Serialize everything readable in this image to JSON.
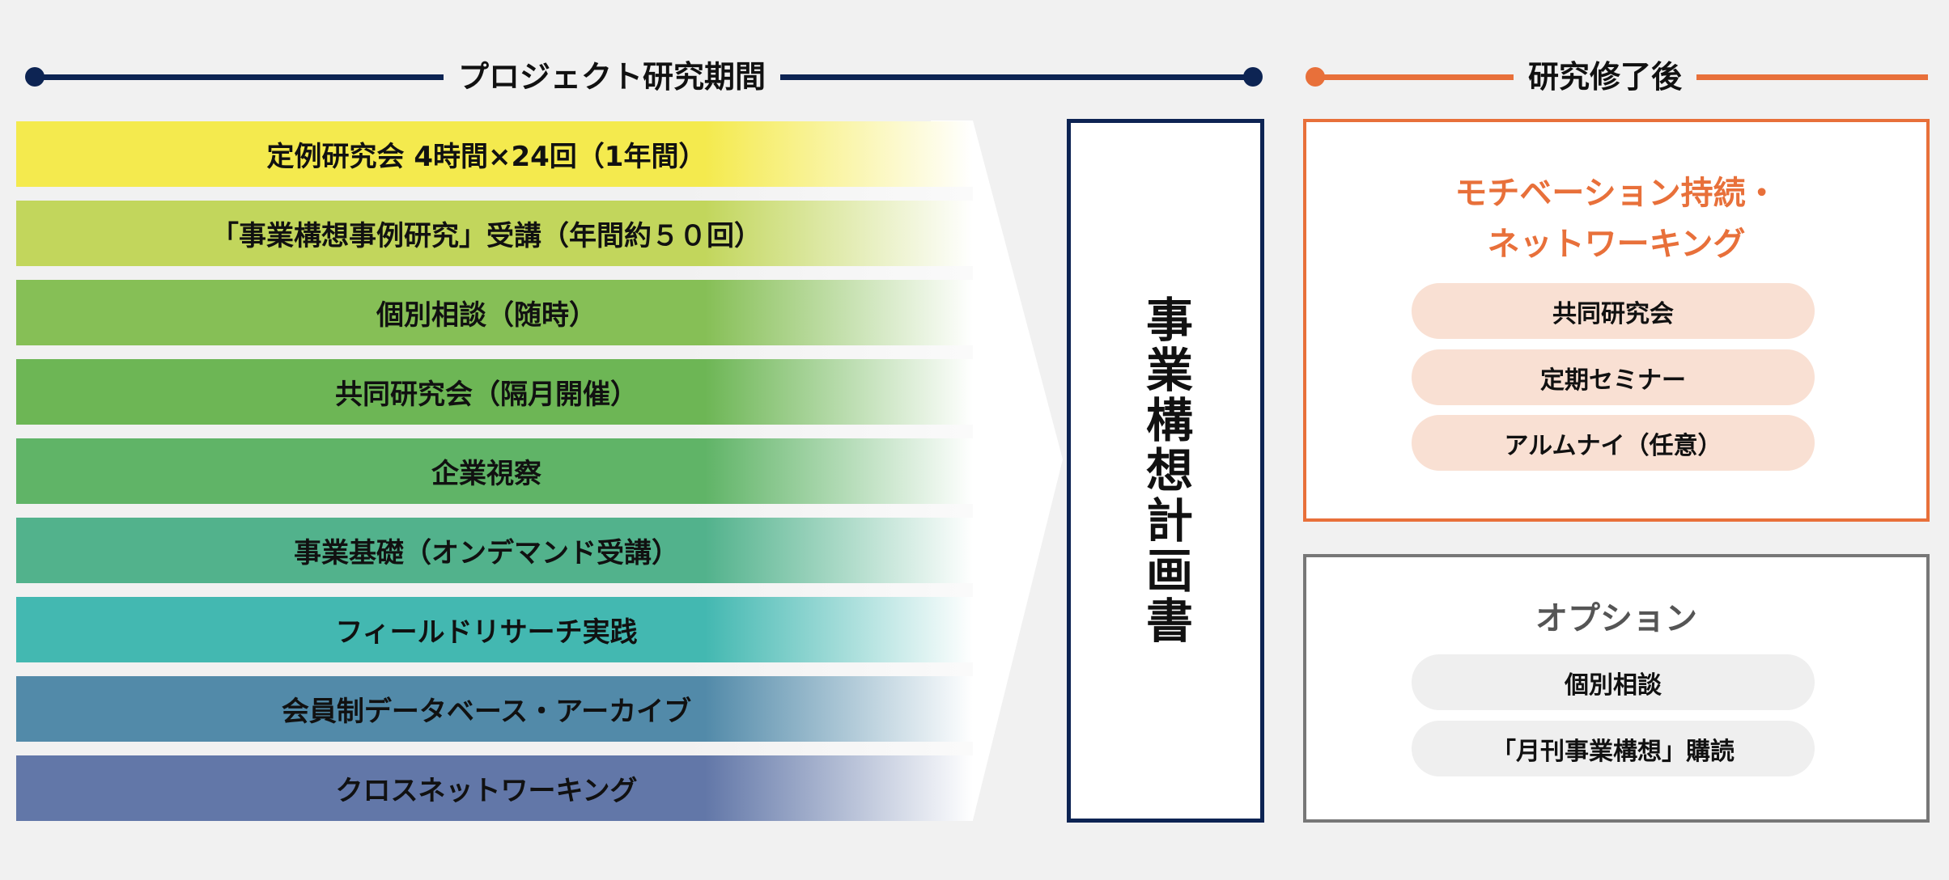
{
  "colors": {
    "navy": "#0d2453",
    "orange": "#e8703a",
    "grey_border": "#777777",
    "pill_orange": "#f9e0d3",
    "pill_grey": "#efefef"
  },
  "timeline": {
    "project_label": "プロジェクト研究期間",
    "after_label": "研究修了後"
  },
  "program_items": [
    {
      "label": "定例研究会 4時間×24回（1年間）",
      "color": "#f4ea4e"
    },
    {
      "label": "「事業構想事例研究」受講（年間約５０回）",
      "color": "#c2d65c"
    },
    {
      "label": "個別相談（随時）",
      "color": "#86bf56"
    },
    {
      "label": "共同研究会（隔月開催）",
      "color": "#6db655"
    },
    {
      "label": "企業視察",
      "color": "#60b467"
    },
    {
      "label": "事業基礎（オンデマンド受講）",
      "color": "#52b28c"
    },
    {
      "label": "フィールドリサーチ実践",
      "color": "#43b8b1"
    },
    {
      "label": "会員制データベース・アーカイブ",
      "color": "#528aa9"
    },
    {
      "label": "クロスネットワーキング",
      "color": "#6277a8"
    }
  ],
  "plan": {
    "label": "事業構想計画書"
  },
  "after": {
    "title_line1": "モチベーション持続・",
    "title_line2": "ネットワーキング",
    "items": [
      "共同研究会",
      "定期セミナー",
      "アルムナイ（任意）"
    ]
  },
  "options": {
    "title": "オプション",
    "items": [
      "個別相談",
      "「月刊事業構想」購読"
    ]
  }
}
